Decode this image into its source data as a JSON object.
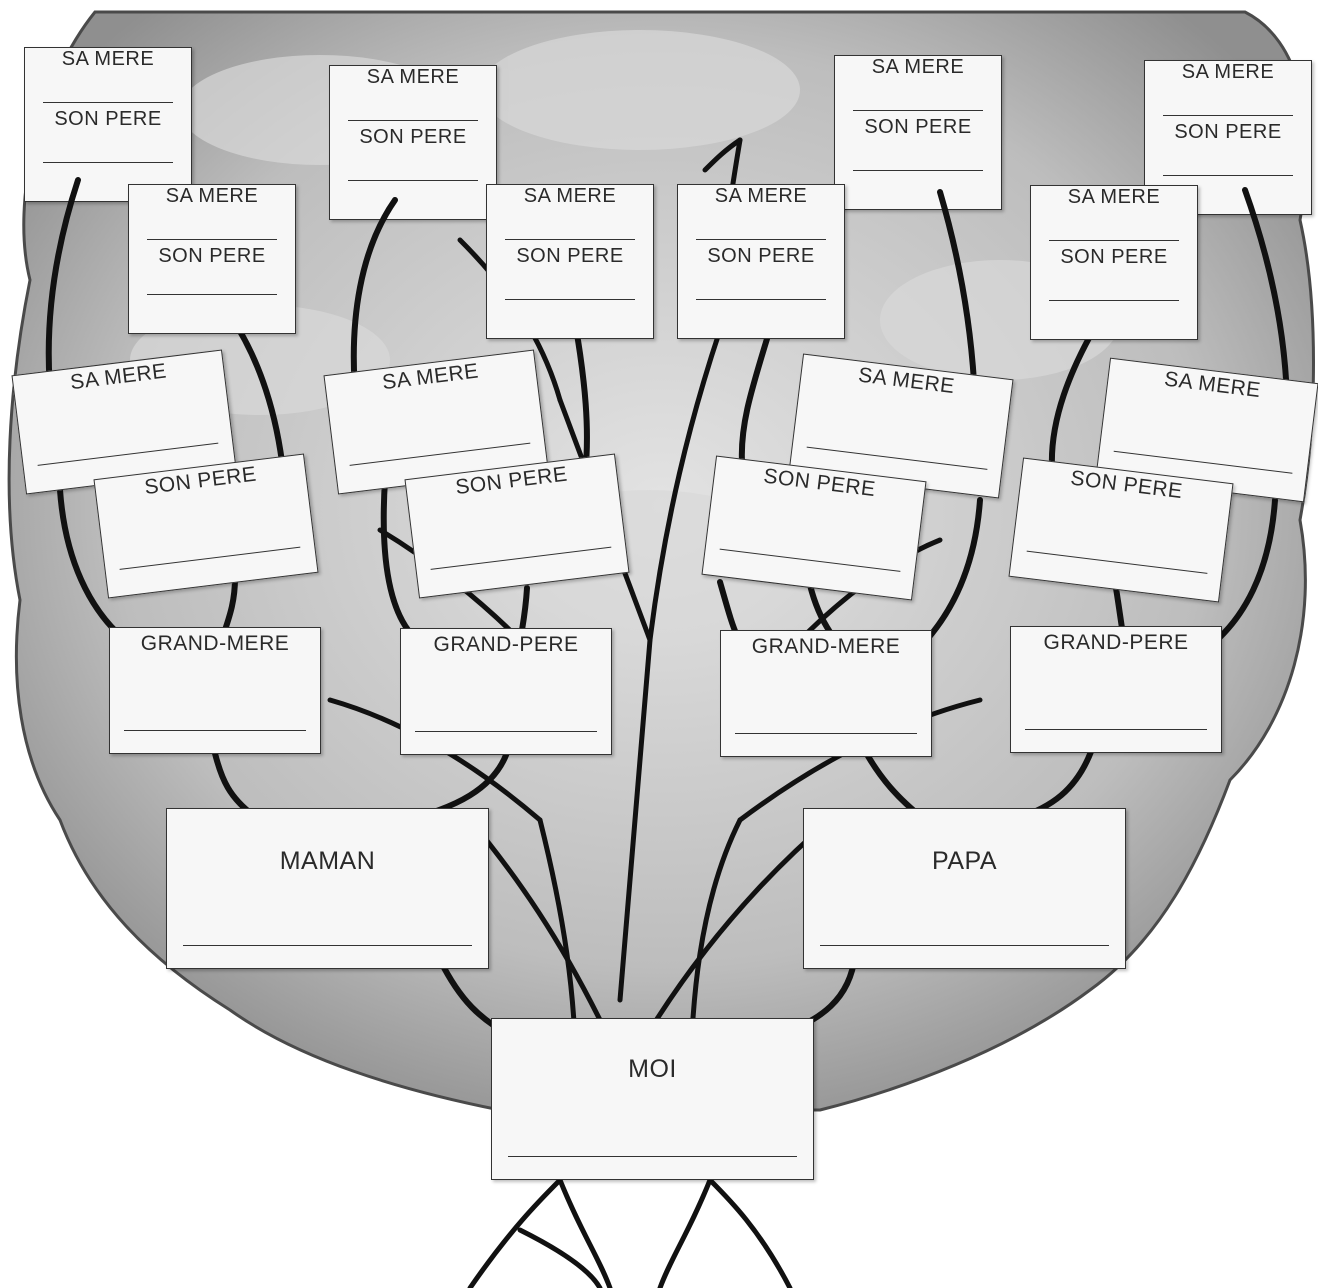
{
  "title": "",
  "me": {
    "label": "MOI"
  },
  "parents": {
    "mother": "MAMAN",
    "father": "PAPA"
  },
  "grandparents": [
    "GRAND-MERE",
    "GRAND-PERE",
    "GRAND-MERE",
    "GRAND-PERE"
  ],
  "great_grandparents": {
    "mother_label": "SA MERE",
    "father_label": "SON PERE"
  },
  "great_great_grandparents": {
    "mother_label": "SA MERE",
    "father_label": "SON PERE"
  },
  "colors": {
    "canopy": "#bdbdbd",
    "canopy_shade": "#8f8f8f",
    "trunk": "#111111",
    "card_bg": "#f7f7f7",
    "line": "#222222"
  }
}
